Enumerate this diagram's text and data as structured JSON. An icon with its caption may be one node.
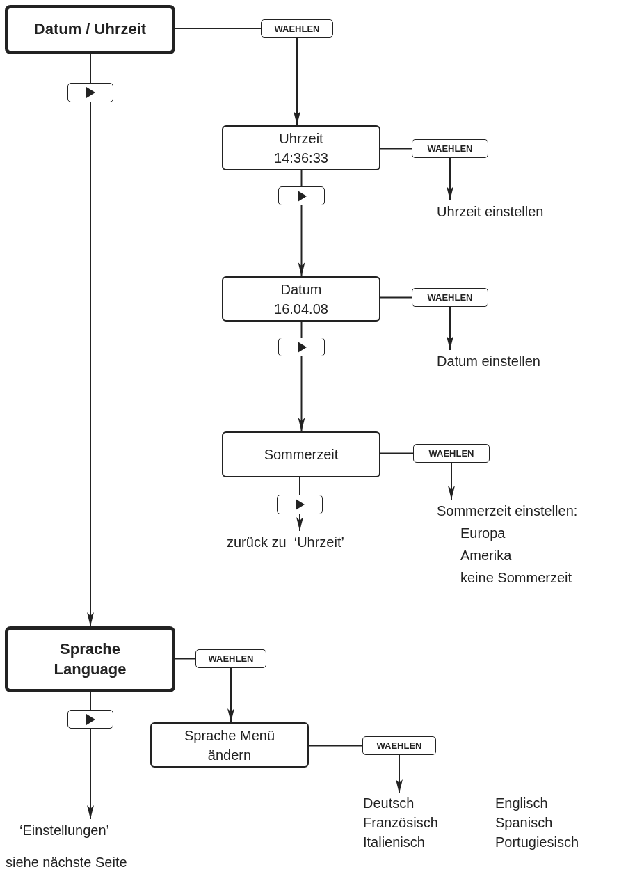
{
  "diagram": {
    "nodes": [
      {
        "text": [
          "Datum / Uhrzeit"
        ]
      },
      {
        "text": [],
        "shape": "box"
      },
      {
        "text": [
          "WAEHLEN"
        ]
      },
      {
        "text": [
          "Uhrzeit",
          "14:36:33"
        ]
      },
      {
        "text": [],
        "shape": "box"
      },
      {
        "text": [
          "WAEHLEN"
        ]
      },
      {
        "text": [
          "Uhrzeit einstellen"
        ]
      },
      {
        "text": [
          "Datum",
          "16.04.08"
        ]
      },
      {
        "text": [],
        "shape": "box"
      },
      {
        "text": [
          "WAEHLEN"
        ]
      },
      {
        "text": [
          "Datum einstellen"
        ]
      },
      {
        "text": [
          "Sommerzeit"
        ]
      },
      {
        "text": [],
        "shape": "box"
      },
      {
        "text": [
          "WAEHLEN"
        ]
      },
      {
        "text": [
          "zurück zu  ‘Uhrzeit’"
        ]
      },
      {
        "text": [
          "Sommerzeit einstellen:",
          "Europa",
          "Amerika",
          "keine Sommerzeit"
        ]
      },
      {
        "text": [
          "Sprache Language"
        ]
      },
      {
        "text": [],
        "shape": "box"
      },
      {
        "text": [
          "WAEHLEN"
        ]
      },
      {
        "text": [
          "Sprache Menü ändern"
        ]
      },
      {
        "text": [
          "WAEHLEN"
        ]
      },
      {
        "text": [
          "Deutsch",
          "Französisch",
          "Italienisch",
          "Englisch",
          "Spanisch",
          "Portugiesisch"
        ]
      },
      {
        "text": [
          "‘Einstellungen’"
        ]
      }
    ],
    "edges": [
      {
        "from": 0,
        "to": 2,
        "arrow": "none"
      },
      {
        "from": 2,
        "to": 3,
        "arrow": "to"
      },
      {
        "from": 0,
        "to": 1,
        "arrow": "none"
      },
      {
        "from": 1,
        "to": 16,
        "arrow": "to"
      },
      {
        "from": 3,
        "to": 5,
        "arrow": "none"
      },
      {
        "from": 5,
        "to": 6,
        "arrow": "to"
      },
      {
        "from": 3,
        "to": 4,
        "arrow": "none"
      },
      {
        "from": 4,
        "to": 7,
        "arrow": "to"
      },
      {
        "from": 7,
        "to": 9,
        "arrow": "none"
      },
      {
        "from": 9,
        "to": 10,
        "arrow": "to"
      },
      {
        "from": 7,
        "to": 8,
        "arrow": "none"
      },
      {
        "from": 8,
        "to": 11,
        "arrow": "to"
      },
      {
        "from": 11,
        "to": 13,
        "arrow": "none"
      },
      {
        "from": 13,
        "to": 15,
        "arrow": "to"
      },
      {
        "from": 11,
        "to": 12,
        "arrow": "none"
      },
      {
        "from": 12,
        "to": 14,
        "arrow": "to"
      },
      {
        "from": 16,
        "to": 18,
        "arrow": "none"
      },
      {
        "from": 18,
        "to": 19,
        "arrow": "to"
      },
      {
        "from": 16,
        "to": 17,
        "arrow": "none"
      },
      {
        "from": 17,
        "to": 22,
        "arrow": "to"
      },
      {
        "from": 19,
        "to": 20,
        "arrow": "none"
      },
      {
        "from": 20,
        "to": 21,
        "arrow": "to"
      }
    ],
    "labels": [
      "siehe nächste Seite"
    ]
  }
}
